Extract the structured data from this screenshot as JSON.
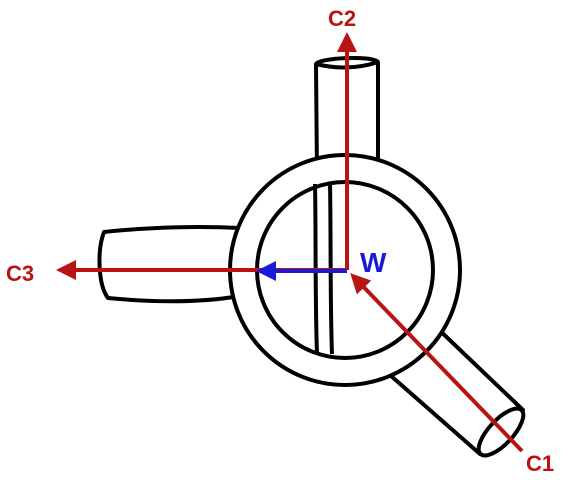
{
  "labels": {
    "c1": "C1",
    "c2": "C2",
    "c3": "C3",
    "w": "W"
  },
  "colors": {
    "outline": "#000000",
    "fill": "#ffffff",
    "c_vectors": "#b81414",
    "w_vector": "#1a1ad6",
    "w_label": "#1a1ad6",
    "c_labels": "#b81414"
  }
}
